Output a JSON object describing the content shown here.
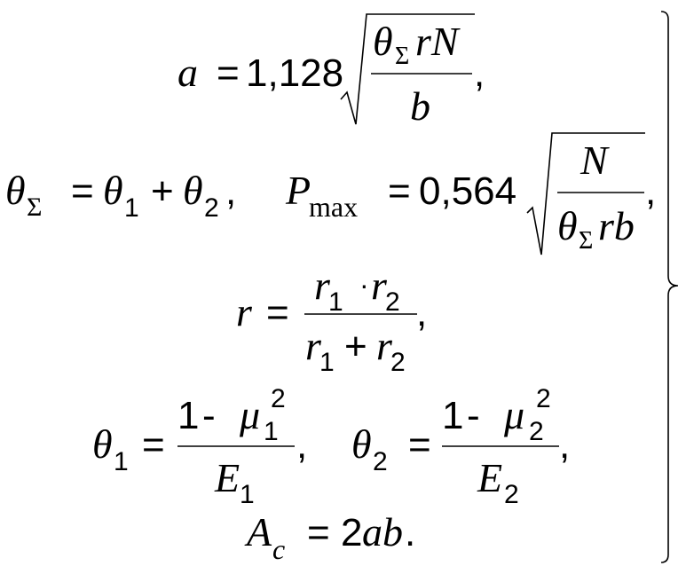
{
  "eq1": {
    "lhs": "a",
    "eq": "=",
    "coef": "1,128",
    "num_theta": "θ",
    "num_sigma": "Σ",
    "num_rest": "rN",
    "den": "b",
    "tail": ","
  },
  "eq2": {
    "theta": "θ",
    "sigma": "Σ",
    "eq": "=",
    "t1": "θ",
    "s1": "1",
    "plus": "+",
    "t2": "θ",
    "s2": "2",
    "comma": ",",
    "P": "P",
    "max": "max",
    "eq2": "=",
    "coef": "0,564",
    "num": "N",
    "den_theta": "θ",
    "den_sigma": "Σ",
    "den_rest": "rb",
    "tail": ","
  },
  "eq3": {
    "lhs": "r",
    "eq": "=",
    "n_r1": "r",
    "n_s1": "1",
    "n_dot": "·",
    "n_r2": "r",
    "n_s2": "2",
    "d_r1": "r",
    "d_s1": "1",
    "d_plus": "+",
    "d_r2": "r",
    "d_s2": "2",
    "tail": ","
  },
  "eq4": {
    "t1": "θ",
    "s1": "1",
    "eq1": "=",
    "num1_one": "1",
    "num1_minus": "-",
    "num1_mu": "μ",
    "num1_sub": "1",
    "num1_sup": "2",
    "den1": "E",
    "den1_sub": "1",
    "comma1": ",",
    "t2": "θ",
    "s2": "2",
    "eq2": "=",
    "num2_one": "1",
    "num2_minus": "-",
    "num2_mu": "μ",
    "num2_sub": "2",
    "num2_sup": "2",
    "den2": "E",
    "den2_sub": "2",
    "comma2": ","
  },
  "eq5": {
    "A": "A",
    "sub": "c",
    "eq": "=",
    "rhs_num": "2",
    "rhs_var": "ab",
    "tail": "."
  }
}
